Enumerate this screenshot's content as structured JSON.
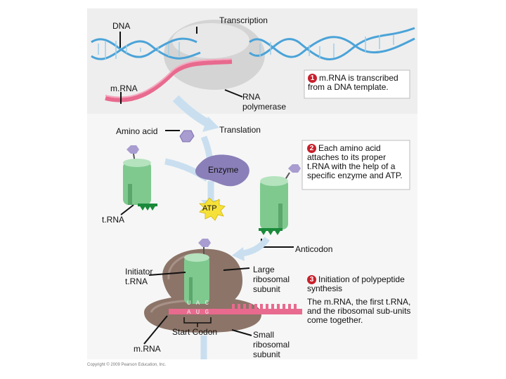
{
  "labels": {
    "transcription": "Transcription",
    "dna": "DNA",
    "mrna_top": "m.RNA",
    "rna_polymerase": "RNA\npolymerase",
    "amino_acid": "Amino acid",
    "translation": "Translation",
    "enzyme": "Enzyme",
    "atp": "ATP",
    "trna": "t.RNA",
    "anticodon": "Anticodon",
    "initiator_trna": "Initiator\nt.RNA",
    "large_ribosomal_subunit": "Large\nribosomal\nsubunit",
    "start_codon": "Start Codon",
    "mrna_bottom": "m.RNA",
    "small_ribosomal_subunit": "Small\nribosomal\nsubunit",
    "anticodon_letters": "U A C",
    "codon_letters": "A U G"
  },
  "steps": [
    {
      "number": "1",
      "text": "m.RNA is transcribed from a DNA template."
    },
    {
      "number": "2",
      "text": "Each amino acid attaches to its proper t.RNA with the help of a specific enzyme and ATP."
    },
    {
      "number": "3",
      "text": "Initiation of polypeptide synthesis",
      "detail": "The m.RNA, the first t.RNA, and the ribosomal sub-units come together."
    }
  ],
  "copyright": "Copyright © 2009 Pearson Education, Inc.",
  "colors": {
    "dna_blue": "#4aa3d8",
    "mrna_pink": "#e86a8e",
    "trna_green": "#7fc98f",
    "enzyme_purple": "#8a7fb8",
    "ribosome_brown": "#8c7468",
    "atp_yellow": "#f6e13a",
    "step_red": "#c8202c"
  }
}
